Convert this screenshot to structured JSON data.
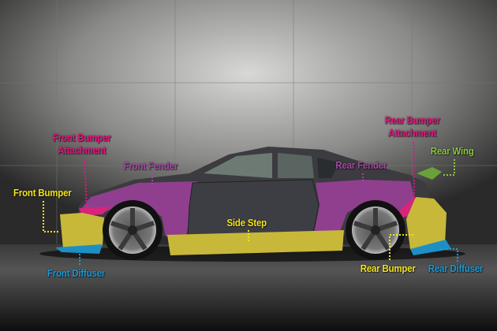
{
  "colors": {
    "yellow": "#f2e41c",
    "pink": "#e3177f",
    "purple": "#a24b9e",
    "blue": "#1d9ad6",
    "green": "#8cc63f"
  },
  "labels": {
    "front_bumper_attachment": [
      "Front Bumper",
      "Attachment"
    ],
    "front_fender": "Front Fender",
    "front_bumper": "Front Bumper",
    "side_step": "Side Step",
    "front_diffuser": "Front Diffuser",
    "rear_bumper_attachment": [
      "Rear Bumper",
      "Attachment"
    ],
    "rear_wing": "Rear Wing",
    "rear_fender": "Rear Fender",
    "rear_bumper": "Rear Bumper",
    "rear_diffuser": "Rear Diffuser"
  }
}
